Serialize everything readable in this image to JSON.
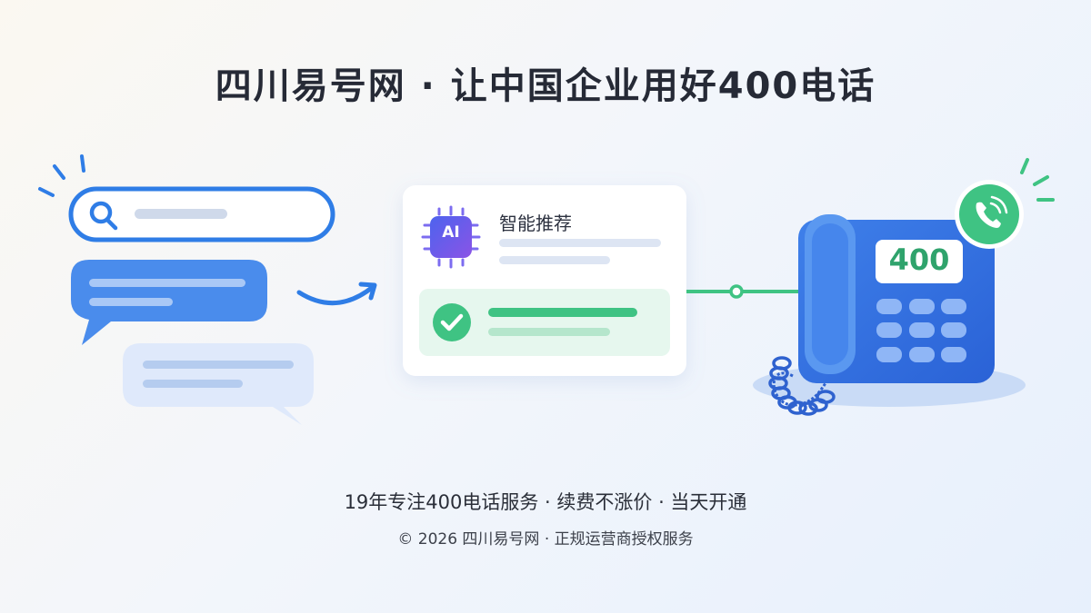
{
  "title": "四川易号网 · 让中国企业用好400电话",
  "card": {
    "title": "智能推荐",
    "chip_label": "AI"
  },
  "phone": {
    "screen_number": "400"
  },
  "tagline": "19年专注400电话服务 · 续费不涨价 · 当天开通",
  "copyright": "© 2026 四川易号网 · 正规运营商授权服务",
  "colors": {
    "primary_blue": "#2f7de6",
    "phone_blue": "#3774e0",
    "green": "#3fc383",
    "ai_purple": "#6a5ae8",
    "title_dark": "#262a36"
  },
  "icons": [
    "search-icon",
    "chat-bubble-icon",
    "arrow-icon",
    "ai-chip-icon",
    "check-icon",
    "telephone-icon",
    "call-icon"
  ]
}
